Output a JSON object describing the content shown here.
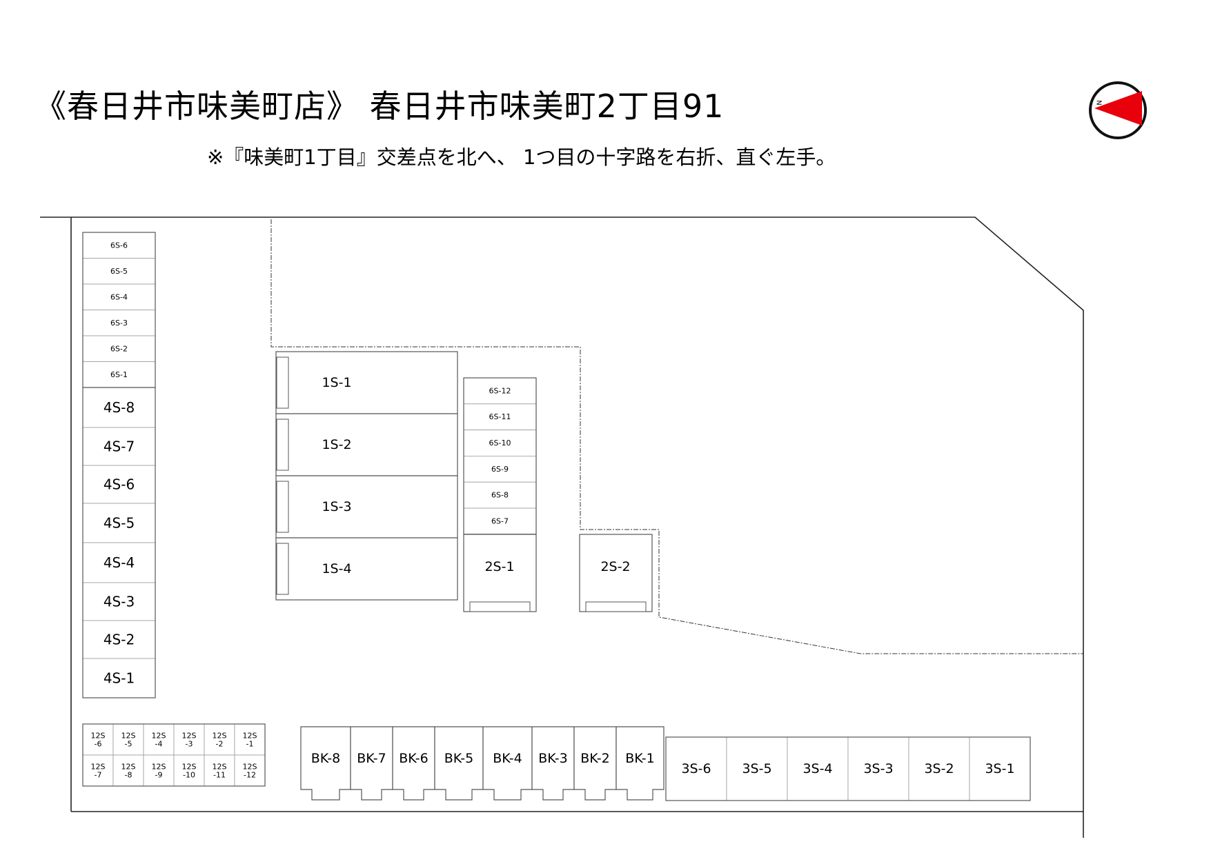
{
  "header": {
    "title": "《春日井市味美町店》 春日井市味美町2丁目91",
    "directions": "※『味美町1丁目』交差点を北へ、 1つ目の十字路を右折、直ぐ左手。"
  },
  "compass": {
    "label": "N",
    "needle_color": "#e8000b"
  },
  "units": {
    "left_6s": [
      "6S-6",
      "6S-5",
      "6S-4",
      "6S-3",
      "6S-2",
      "6S-1"
    ],
    "left_4s": [
      "4S-8",
      "4S-7",
      "4S-6",
      "4S-5",
      "4S-4",
      "4S-3",
      "4S-2",
      "4S-1"
    ],
    "twelve_top": [
      "12S\n-6",
      "12S\n-5",
      "12S\n-4",
      "12S\n-3",
      "12S\n-2",
      "12S\n-1"
    ],
    "twelve_bottom": [
      "12S\n-7",
      "12S\n-8",
      "12S\n-9",
      "12S\n-10",
      "12S\n-11",
      "12S\n-12"
    ],
    "one_s": [
      "1S-1",
      "1S-2",
      "1S-3",
      "1S-4"
    ],
    "mid_6s": [
      "6S-12",
      "6S-11",
      "6S-10",
      "6S-9",
      "6S-8",
      "6S-7"
    ],
    "two_s": [
      "2S-1",
      "2S-2"
    ],
    "bk": [
      "BK-8",
      "BK-7",
      "BK-6",
      "BK-5",
      "BK-4",
      "BK-3",
      "BK-2",
      "BK-1"
    ],
    "three_s": [
      "3S-6",
      "3S-5",
      "3S-4",
      "3S-3",
      "3S-2",
      "3S-1"
    ]
  }
}
